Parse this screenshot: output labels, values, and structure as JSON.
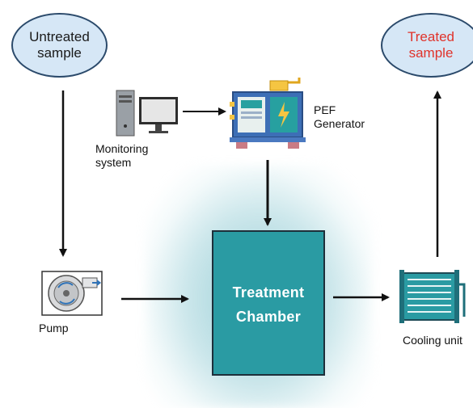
{
  "nodes": {
    "untreated": "Untreated\nsample",
    "treated": "Treated\nsample",
    "monitoring": "Monitoring\nsystem",
    "pef": "PEF\nGenerator",
    "chamber": "Treatment\nChamber",
    "pump": "Pump",
    "cooling": "Cooling unit"
  },
  "colors": {
    "treated_text": "#e0332b",
    "chamber_fill": "#2a9ba3",
    "ellipse_fill": "#d6e7f6"
  },
  "icons": [
    "computer-icon",
    "pef-generator-icon",
    "pump-icon",
    "cooling-unit-icon"
  ]
}
